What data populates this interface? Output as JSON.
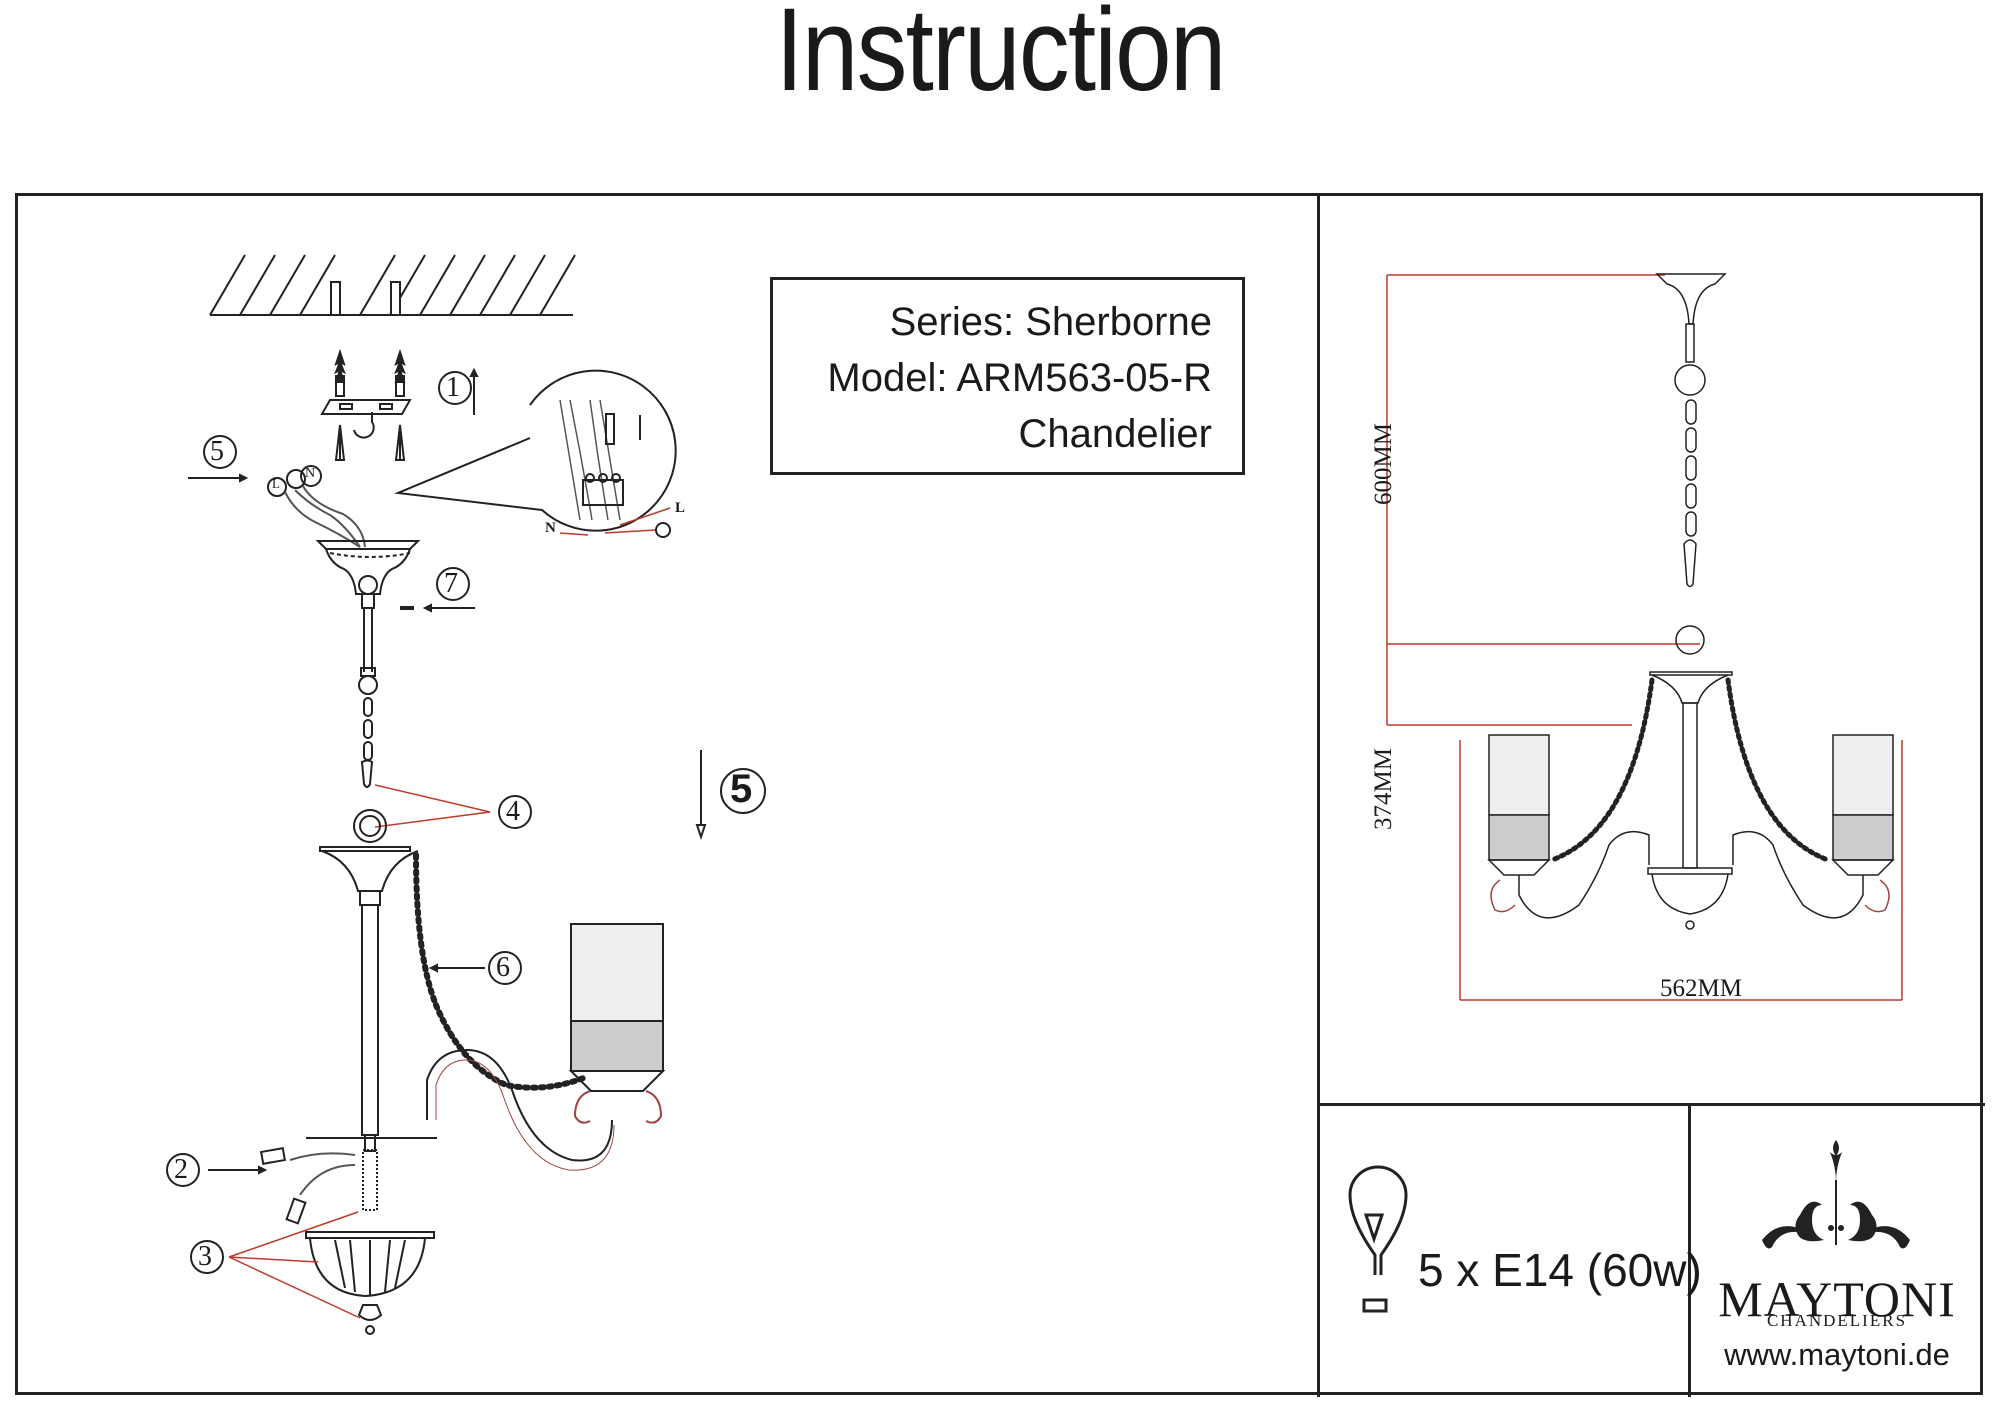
{
  "header": {
    "title": "Instruction"
  },
  "product": {
    "series": "Series: Sherborne",
    "model": "Model: ARM563-05-R",
    "type": "Chandelier"
  },
  "assembly_steps": {
    "step1": "1",
    "step2": "2",
    "step3": "3",
    "step4": "4",
    "step5_left": "5",
    "step5_main": "5",
    "step6": "6",
    "step7": "7"
  },
  "wiring": {
    "live": "L",
    "neutral": "N",
    "detail_live": "L",
    "detail_neutral": "N",
    "ground_symbol": "earth-ground-icon"
  },
  "dimensions": {
    "chain_height": "600MM",
    "body_height": "374MM",
    "width": "562MM"
  },
  "bulb": {
    "spec": "5 x E14 (60w)",
    "icon": "light-bulb-icon"
  },
  "brand": {
    "name": "MAYTONI",
    "subtitle": "CHANDELIERS",
    "website": "www.maytoni.de",
    "logo_icon": "chandelier-ornament-icon"
  },
  "colors": {
    "line": "#222222",
    "dimension_line": "#c0392b",
    "accent_arm": "#a04545"
  }
}
